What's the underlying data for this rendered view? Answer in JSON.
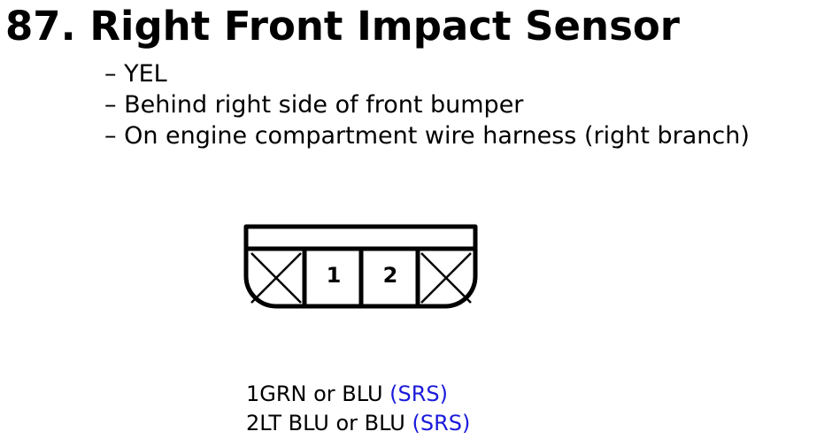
{
  "header": {
    "title": "87. Right Front Impact Sensor"
  },
  "details": [
    {
      "text": "– YEL"
    },
    {
      "text": "– Behind right side of front bumper"
    },
    {
      "text": "– On engine compartment wire harness (right branch)"
    }
  ],
  "connector": {
    "cavities": [
      {
        "label": "",
        "empty": true
      },
      {
        "label": "1",
        "empty": false
      },
      {
        "label": "2",
        "empty": false
      },
      {
        "label": "",
        "empty": true
      }
    ]
  },
  "pins": [
    {
      "wire": "1GRN or BLU",
      "circuit": "(SRS)"
    },
    {
      "wire": "2LT BLU or BLU",
      "circuit": "(SRS)"
    }
  ],
  "colors": {
    "text": "#000000",
    "circuit_link": "#1a1adb"
  }
}
